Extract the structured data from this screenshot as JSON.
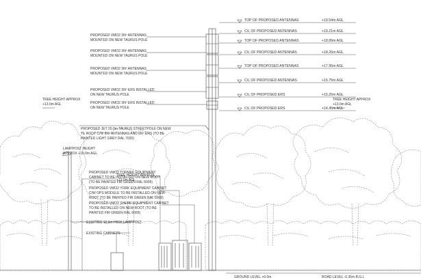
{
  "left_annotations": [
    {
      "lines": [
        "PROPOSED VMO2 3Nº ANTENNAS",
        "MOUNTED ON NEW TAURUS POLE"
      ]
    },
    {
      "lines": [
        "PROPOSED VMO2 3Nº ANTENNAS",
        "MOUNTED ON NEW TAURUS POLE"
      ]
    },
    {
      "lines": [
        "PROPOSED VMO2 3Nº ANTENNAS",
        "MOUNTED ON NEW TAURUS POLE"
      ]
    },
    {
      "lines": [
        "PROPOSED VMO2 3Nº ERS INSTALLED",
        "ON NEW TAURUS POLE"
      ]
    },
    {
      "lines": [
        "PROPOSED VMO2 3Nº ERS INSTALLED",
        "ON NEW TAURUS POLE"
      ]
    }
  ],
  "pole_note": {
    "lines": [
      "PROPOSED JET 20.0m TAURUS STREETPOLE ON NEW",
      "TE ROOT C/W 6Nº ANTENNAS AND 6Nº ERS (TO BE",
      "PAINTED LIGHT GREY RAL 7035)"
    ]
  },
  "tree_left": {
    "lines": [
      "TREE HEIGHT APPROX",
      "+13.0m AGL"
    ]
  },
  "tree_right": {
    "lines": [
      "TREE HEIGHT APPROX",
      "+13.0m AGL"
    ]
  },
  "tree_mid": {
    "lines": [
      "TREE HEIGHT APPROX",
      "+13.0m AGL"
    ]
  },
  "lamp_note": {
    "lines": [
      "LAMPPOST HEIGHT",
      "APPROX +10.0m AGL"
    ]
  },
  "equipment_notes": [
    {
      "lines": [
        "PROPOSED VMO2 TORMEK EQUIPMENT",
        "CABINET TO BE INSTALLED ON NEW ROOT",
        "(TO BE PAINTED FIR GREEN RAL 6009)"
      ]
    },
    {
      "lines": [
        "PROPOSED VMO2 YORK EQUIPMENT CABINET",
        "C/W OPS MODULE TO BE INSTALLED ON NEW",
        "ROOT (TO BE PAINTED FIR GREEN RAL 6009)"
      ]
    },
    {
      "lines": [
        "PROPOSED VMO2 SHERE EQUIPMENT CABINET",
        "TO BE INSTALLED ON NEW ROOT (TO BE",
        "PAINTED FIR GREEN RAL 6009)"
      ]
    }
  ],
  "existing_lamppost": "EXISTING 10.0m HIGH LAMPPOST",
  "existing_cabinets": "EXISTING CABINETS",
  "right_levels": [
    {
      "label": "TOP OF PROPOSED ANTENNAS",
      "value": "+19.54m AGL"
    },
    {
      "label": "C/L OF PROPOSED ANTENNAS",
      "value": "+19.21m AGL"
    },
    {
      "label": "TOP OF PROPOSED ANTENNAS",
      "value": "+18.89m AGL"
    },
    {
      "label": "C/L OF PROPOSED ANTENNAS",
      "value": "+18.26m AGL"
    },
    {
      "label": "TOP OF PROPOSED ANTENNAS",
      "value": "+17.95m AGL"
    },
    {
      "label": "C/L OF PROPOSED ANTENNAS",
      "value": "+15.75m AGL"
    },
    {
      "label": "C/L OF PROPOSED ERS",
      "value": "+15.25m AGL"
    },
    {
      "label": "C/L OF PROPOSED ERS",
      "value": "+14.45m AGL"
    }
  ],
  "ground_level": "GROUND LEVEL +0.0m",
  "road_level": "ROAD LEVEL -0.35m B.G.L"
}
